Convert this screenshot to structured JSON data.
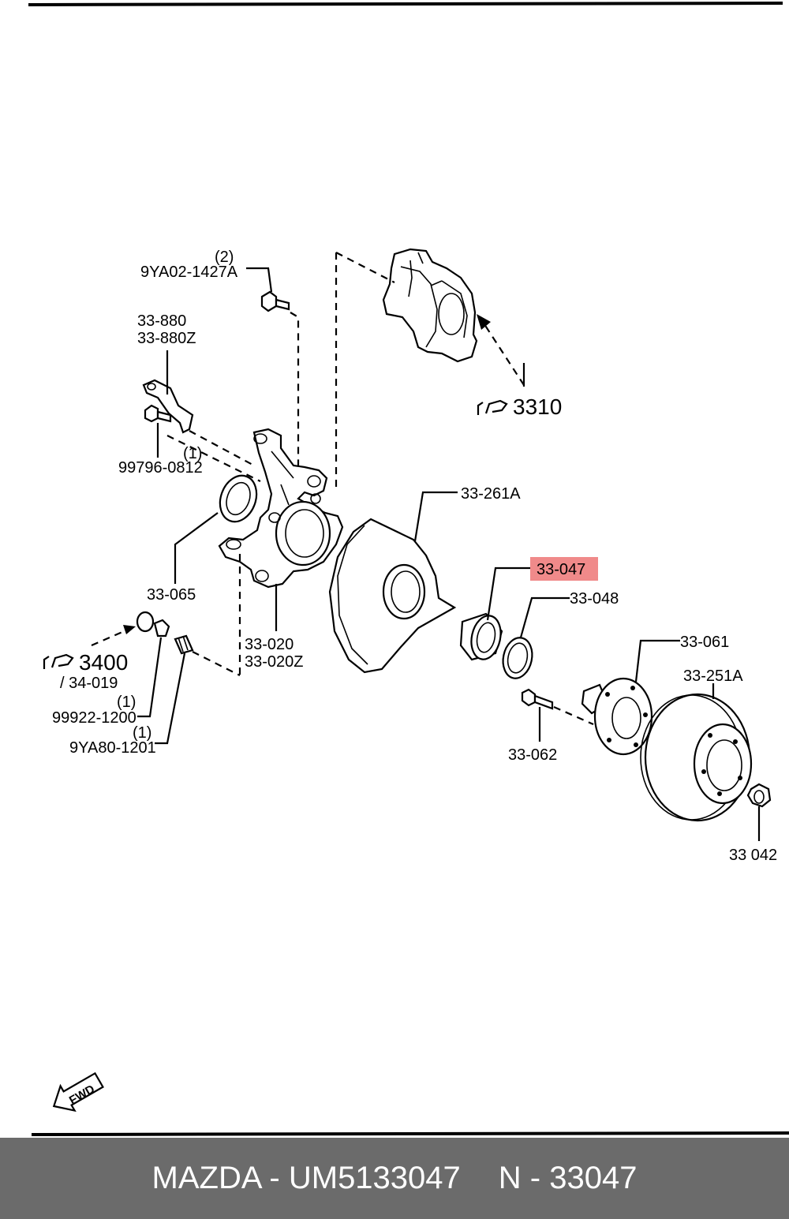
{
  "labels": {
    "bolt_qty": "(2)",
    "bolt": "9YA02-1427A",
    "bracket_a": "33-880",
    "bracket_b": "33-880Z",
    "bolt2_qty": "(1)",
    "bolt2": "99796-0812",
    "caliper_ref": "3310",
    "dust_shield": "33-261A",
    "bearing": "33-047",
    "seal_048": "33-048",
    "seal_065": "33-065",
    "knuckle_a": "33-020",
    "knuckle_b": "33-020Z",
    "ball_joint_ref": "3400",
    "ball_joint_sub": "/ 34-019",
    "nut_qty": "(1)",
    "nut": "99922-1200",
    "pin_qty": "(1)",
    "pin": "9YA80-1201",
    "hub": "33-061",
    "disc": "33-251A",
    "hub_bolt": "33-062",
    "wheel_nut": "33 042",
    "fwd": "FWD"
  },
  "highlight_color": "#f08a8a",
  "footer": {
    "left": "MAZDA - UM5133047",
    "right": "N - 33047"
  }
}
